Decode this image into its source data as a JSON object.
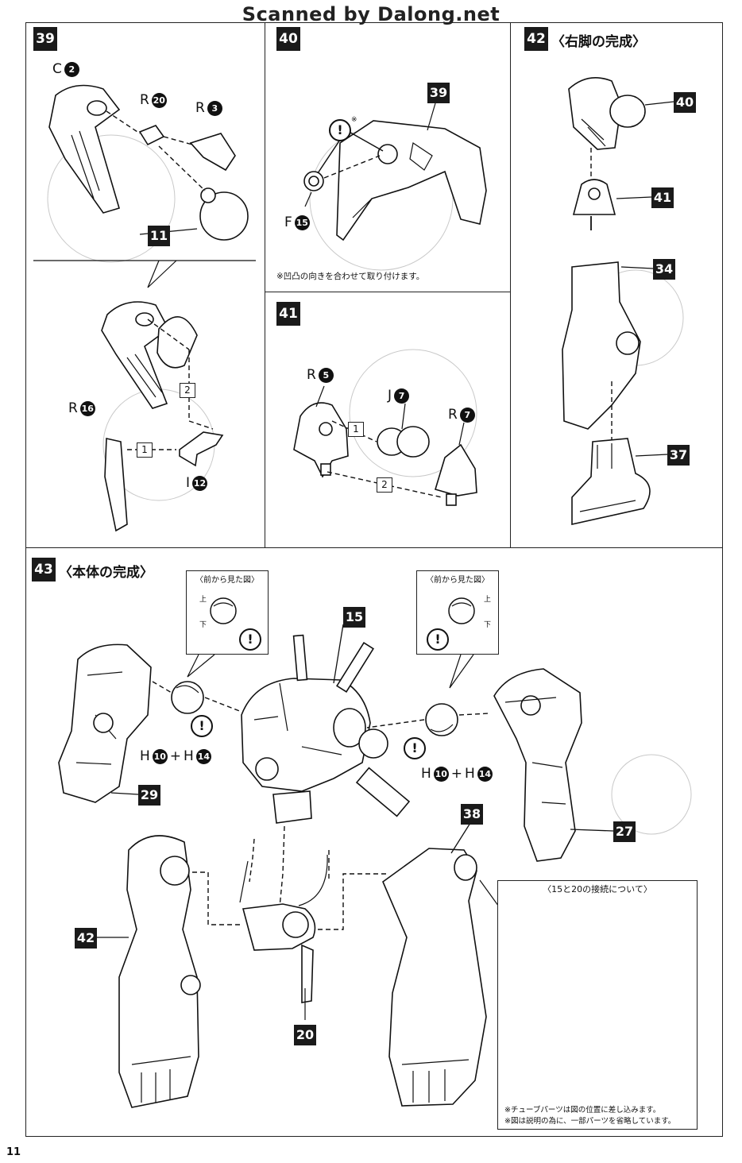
{
  "watermark": "Scanned by Dalong.net",
  "page_number": "11",
  "steps": {
    "s39": {
      "number": "39",
      "parts": [
        {
          "runner": "C",
          "num": "2"
        },
        {
          "runner": "R",
          "num": "20"
        },
        {
          "runner": "R",
          "num": "3"
        },
        {
          "runner": "R",
          "num": "16"
        },
        {
          "runner": "I",
          "num": "12"
        }
      ],
      "callout": "11",
      "orders": [
        "1",
        "2"
      ]
    },
    "s40": {
      "number": "40",
      "callout": "39",
      "parts": [
        {
          "runner": "F",
          "num": "15"
        }
      ],
      "note_mark": "※",
      "note": "※凹凸の向きを合わせて取り付けます。"
    },
    "s41": {
      "number": "41",
      "parts": [
        {
          "runner": "R",
          "num": "5"
        },
        {
          "runner": "J",
          "num": "7"
        },
        {
          "runner": "R",
          "num": "7"
        }
      ],
      "orders": [
        "1",
        "2"
      ]
    },
    "s42": {
      "number": "42",
      "title": "〈右脚の完成〉",
      "callouts": [
        "40",
        "41",
        "34",
        "37"
      ]
    },
    "s43": {
      "number": "43",
      "title": "〈本体の完成〉",
      "front_view_title": "〈前から見た図〉",
      "up": "上",
      "down": "下",
      "callouts": [
        "15",
        "29",
        "27",
        "38",
        "42",
        "20"
      ],
      "combo_left": {
        "a_runner": "H",
        "a_num": "10",
        "plus": "+",
        "b_runner": "H",
        "b_num": "14"
      },
      "combo_right": {
        "a_runner": "H",
        "a_num": "10",
        "plus": "+",
        "b_runner": "H",
        "b_num": "14"
      },
      "connection_title": "〈15と20の接続について〉",
      "notes": [
        "※チューブパーツは図の位置に差し込みます。",
        "※図は説明の為に、一部パーツを省略しています。"
      ]
    }
  },
  "icons": {
    "warning": "!"
  }
}
